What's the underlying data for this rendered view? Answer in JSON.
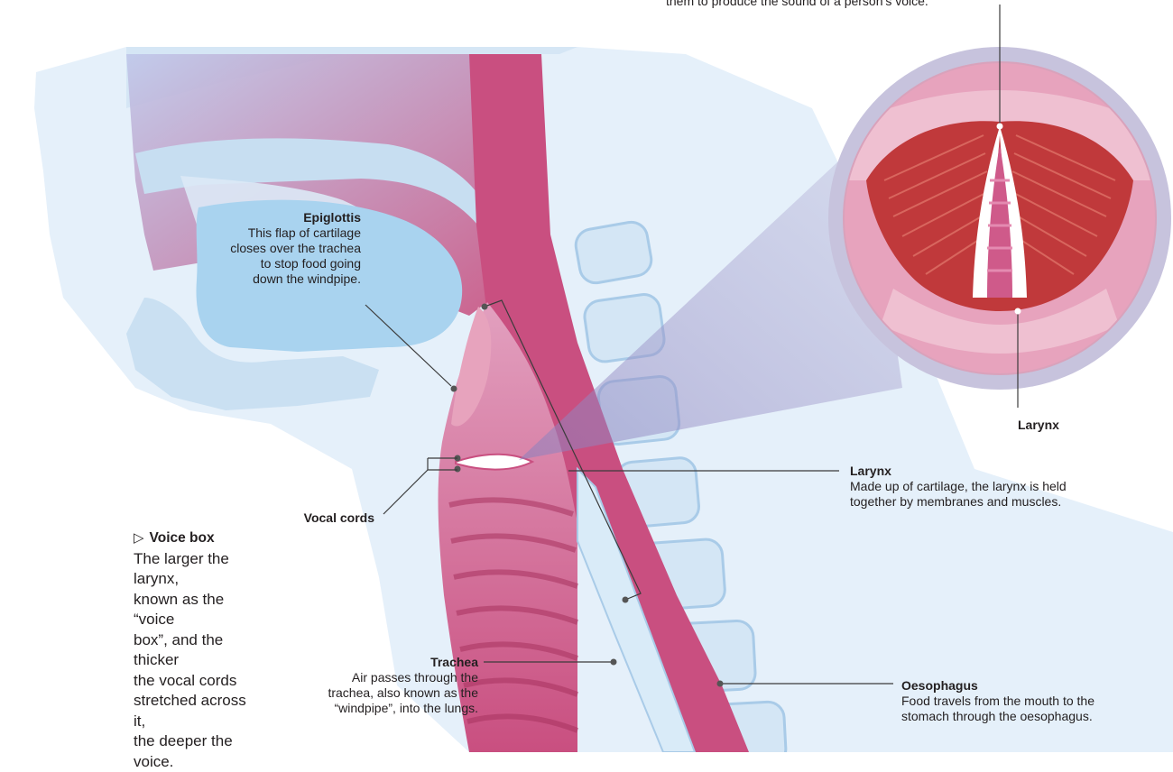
{
  "top_caption": "them to produce the sound of a person’s voice.",
  "labels": {
    "epiglottis": {
      "title": "Epiglottis",
      "desc": [
        "This flap of cartilage",
        "closes over the trachea",
        "to stop food going",
        "down the windpipe."
      ]
    },
    "larynx_inset": {
      "title": "Larynx"
    },
    "larynx": {
      "title": "Larynx",
      "desc": [
        "Made up of cartilage, the larynx is held",
        "together by membranes and muscles."
      ]
    },
    "vocal_cords": {
      "title": "Vocal cords"
    },
    "trachea": {
      "title": "Trachea",
      "desc": [
        "Air passes through the",
        "trachea, also known as the",
        "“windpipe”, into the lungs."
      ]
    },
    "oesophagus": {
      "title": "Oesophagus",
      "desc": [
        "Food travels from the mouth to the",
        "stomach through the oesophagus."
      ]
    }
  },
  "voice_box": {
    "marker": "▷",
    "title": "Voice box",
    "desc": [
      "The larger the larynx,",
      "known as the “voice",
      "box”, and the thicker",
      "the vocal cords",
      "stretched across it,",
      "the deeper the voice."
    ]
  },
  "colors": {
    "skin": "#dcebf7",
    "bone": "#c7def1",
    "tissue": "#a9d3ef",
    "airway": "#c94f80",
    "airway_light": "#e7a3bd",
    "cord": "#ffffff",
    "muscle": "#c0393b",
    "inset_ring": "#c7c3dd",
    "leader": "#3b3b3b"
  }
}
